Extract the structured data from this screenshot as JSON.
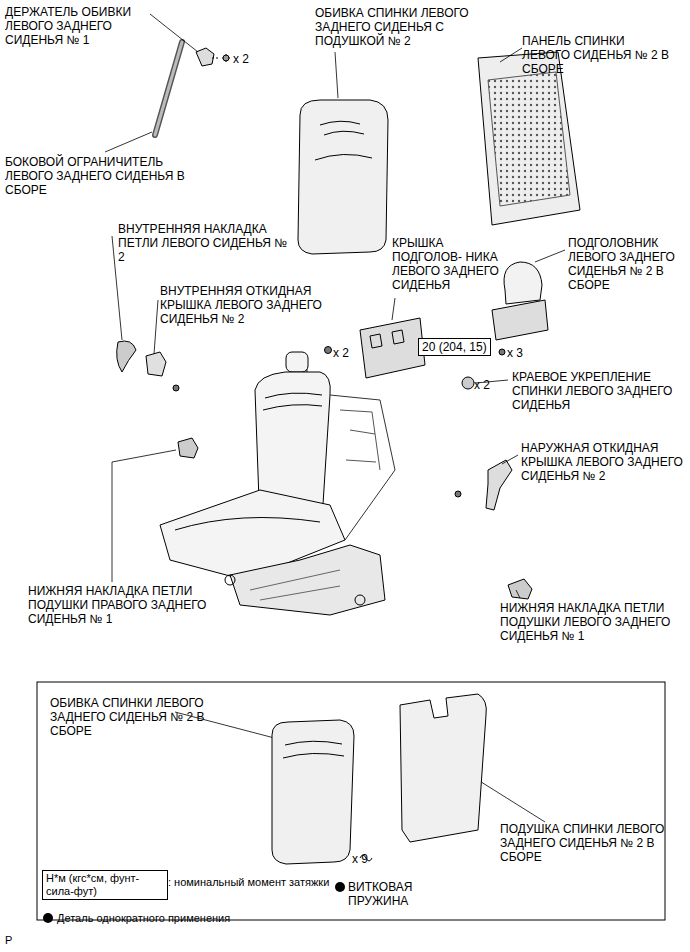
{
  "diagram": {
    "labels": [
      "ДЕРЖАТЕЛЬ ОБИВКИ ЛЕВОГО ЗАДНЕГО СИДЕНЬЯ № 1",
      "x 2",
      "ОБИВКА СПИНКИ ЛЕВОГО ЗАДНЕГО СИДЕНЬЯ С ПОДУШКОЙ № 2",
      "ПАНЕЛЬ СПИНКИ ЛЕВОГО СИДЕНЬЯ № 2 В СБОРЕ",
      "БОКОВОЙ ОГРАНИЧИТЕЛЬ ЛЕВОГО ЗАДНЕГО СИДЕНЬЯ В СБОРЕ",
      "ВНУТРЕННЯЯ НАКЛАДКА ПЕТЛИ ЛЕВОГО СИДЕНЬЯ № 2",
      "ВНУТРЕННЯЯ ОТКИДНАЯ КРЫШКА ЛЕВОГО ЗАДНЕГО СИДЕНЬЯ № 2",
      "КРЫШКА ПОДГОЛОВ- НИКА ЛЕВОГО ЗАДНЕГО СИДЕНЬЯ",
      "ПОДГОЛОВНИК ЛЕВОГО ЗАДНЕГО СИДЕНЬЯ № 2 В СБОРЕ",
      "x 2",
      "20 (204, 15)",
      "x 3",
      "x 2",
      "КРАЕВОЕ УКРЕПЛЕНИЕ СПИНКИ ЛЕВОГО ЗАДНЕГО СИДЕНЬЯ",
      "НАРУЖНАЯ ОТКИДНАЯ КРЫШКА ЛЕВОГО ЗАДНЕГО СИДЕНЬЯ № 2",
      "НИЖНЯЯ НАКЛАДКА ПЕТЛИ ПОДУШКИ ПРАВОГО ЗАДНЕГО СИДЕНЬЯ № 1",
      "НИЖНЯЯ НАКЛАДКА ПЕТЛИ ПОДУШКИ ЛЕВОГО ЗАДНЕГО СИДЕНЬЯ № 1",
      "ОБИВКА СПИНКИ ЛЕВОГО ЗАДНЕГО СИДЕНЬЯ № 2 В СБОРЕ",
      "ПОДУШКА СПИНКИ ЛЕВОГО ЗАДНЕГО СИДЕНЬЯ № 2 В СБОРЕ",
      "x 9",
      "ВИТКОВАЯ ПРУЖИНА",
      "Н*м (кгс*см, фунт-сила-фут)",
      ": номинальный момент затяжки",
      "Деталь однократного применения",
      "P"
    ]
  }
}
